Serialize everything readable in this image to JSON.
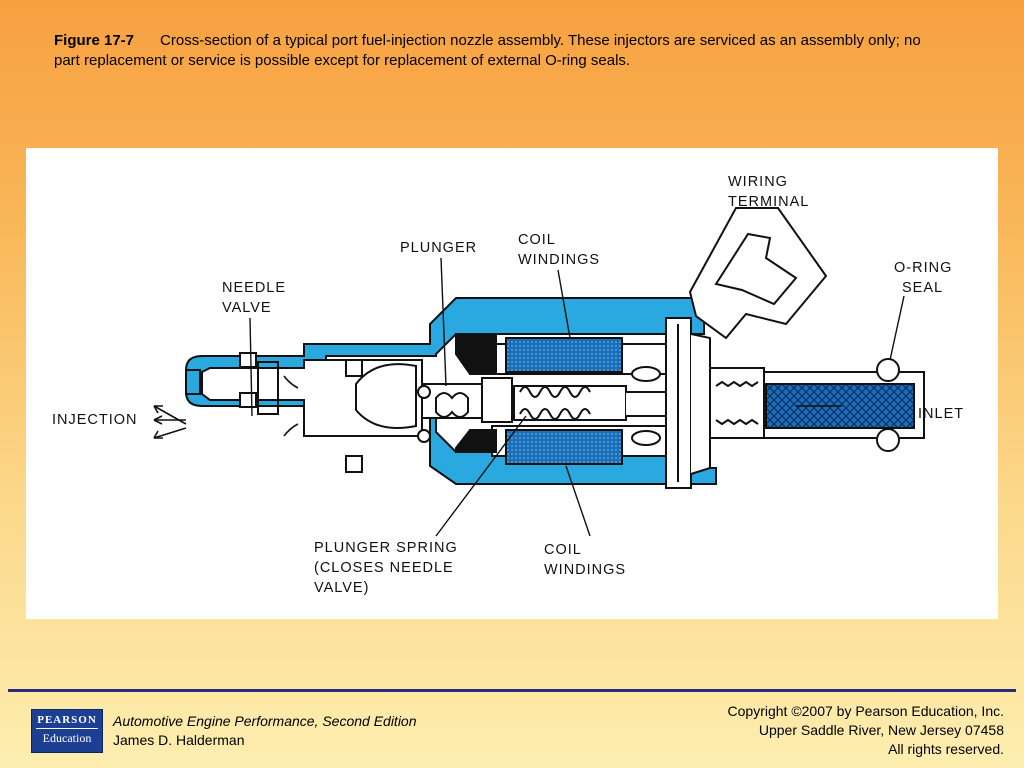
{
  "caption": {
    "figure_label": "Figure 17-7",
    "text": "Cross-section of a typical port fuel-injection nozzle assembly. These injectors are serviced as an assembly only; no part replacement or service is possible except for replacement of external O-ring seals."
  },
  "diagram": {
    "labels": {
      "wiring_terminal_1": "WIRING",
      "wiring_terminal_2": "TERMINAL",
      "plunger": "PLUNGER",
      "coil_top_1": "COIL",
      "coil_top_2": "WINDINGS",
      "needle_valve_1": "NEEDLE",
      "needle_valve_2": "VALVE",
      "oring_1": "O-RING",
      "oring_2": "SEAL",
      "injection": "INJECTION",
      "inlet": "INLET",
      "plunger_spring_1": "PLUNGER SPRING",
      "plunger_spring_2": "(CLOSES NEEDLE",
      "plunger_spring_3": "VALVE)",
      "coil_bottom_1": "COIL",
      "coil_bottom_2": "WINDINGS"
    },
    "colors": {
      "housing": "#29a9e0",
      "coil": "#1b6fb8",
      "outline": "#111111"
    }
  },
  "footer": {
    "logo_top": "PEARSON",
    "logo_bottom": "Education",
    "book_title": "Automotive Engine Performance, Second Edition",
    "author": "James D. Halderman",
    "copyright_1": "Copyright ©2007 by Pearson Education, Inc.",
    "copyright_2": "Upper Saddle River, New Jersey 07458",
    "copyright_3": "All rights reserved."
  }
}
